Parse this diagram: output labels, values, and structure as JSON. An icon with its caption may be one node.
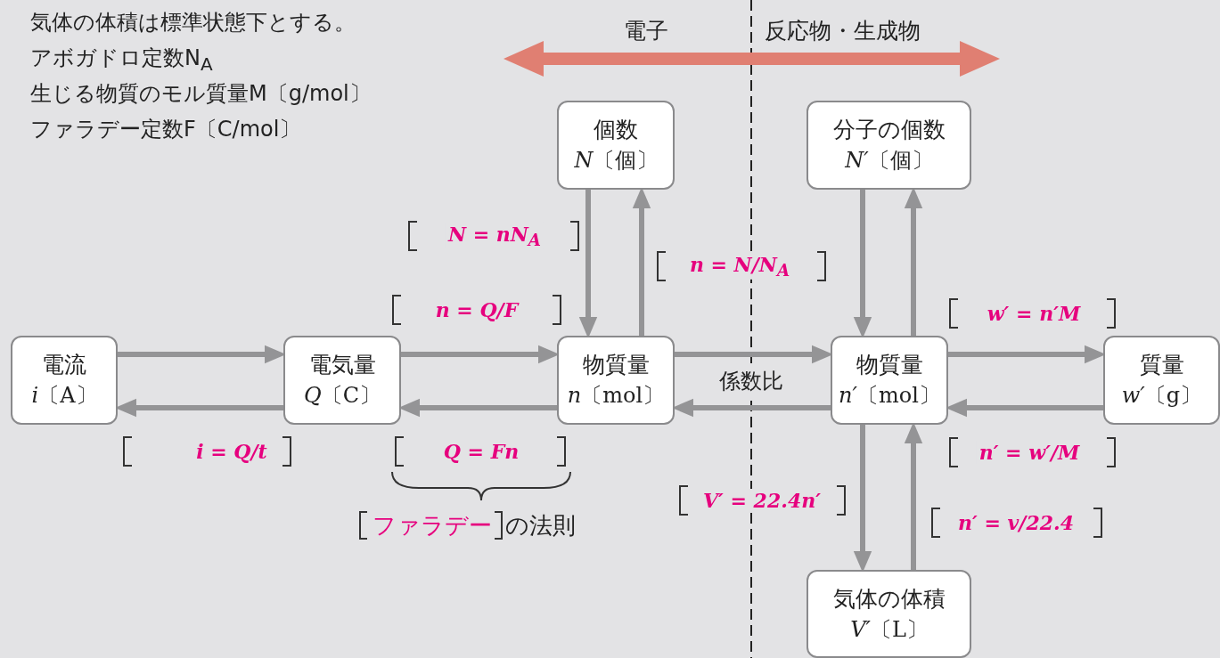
{
  "diagram": {
    "nodes": [
      {
        "text": [
          "電流",
          "*i*〔A〕"
        ]
      },
      {
        "text": [
          "電気量",
          "*Q*〔C〕"
        ]
      },
      {
        "text": [
          "物質量",
          "*n*〔mol〕"
        ]
      },
      {
        "text": [
          "個数",
          "*N*〔個〕"
        ]
      },
      {
        "text": [
          "物質量",
          "*n′*〔mol〕"
        ]
      },
      {
        "text": [
          "分子の個数",
          "*N′*〔個〕"
        ]
      },
      {
        "text": [
          "質量",
          "*w′*〔g〕"
        ]
      },
      {
        "text": [
          "気体の体積",
          "*V′*〔L〕"
        ]
      }
    ],
    "edges": [
      {
        "from": 0,
        "to": 1,
        "arrow": "to"
      },
      {
        "from": 1,
        "to": 0,
        "arrow": "to",
        "label": "i = Q/t"
      },
      {
        "from": 1,
        "to": 2,
        "arrow": "to",
        "label": "n = Q/F"
      },
      {
        "from": 2,
        "to": 1,
        "arrow": "to",
        "label": "Q = Fn"
      },
      {
        "from": 3,
        "to": 2,
        "arrow": "to",
        "label": "N = nN$_{A}$"
      },
      {
        "from": 2,
        "to": 3,
        "arrow": "to",
        "label": "n = N/N$_{A}$"
      },
      {
        "from": 2,
        "to": 4,
        "arrow": "to"
      },
      {
        "from": 4,
        "to": 2,
        "arrow": "to",
        "label": "係数比"
      },
      {
        "from": 5,
        "to": 4,
        "arrow": "to"
      },
      {
        "from": 4,
        "to": 5,
        "arrow": "to"
      },
      {
        "from": 4,
        "to": 6,
        "arrow": "to",
        "label": "w′ = n′M"
      },
      {
        "from": 6,
        "to": 4,
        "arrow": "to",
        "label": "n′ = w′/M"
      },
      {
        "from": 4,
        "to": 7,
        "arrow": "to",
        "label": "V′ = 22.4n′"
      },
      {
        "from": 7,
        "to": 4,
        "arrow": "to",
        "label": "n′ = v/22.4"
      }
    ],
    "labels": [
      "気体の体積は標準状態下とする。",
      "アボガドロ定数N$_{A}$",
      "生じる物質のモル質量M〔g/mol〕",
      "ファラデー定数F〔C/mol〕",
      "電子",
      "反応物・生成物",
      "ファラデー",
      "の法則"
    ]
  }
}
